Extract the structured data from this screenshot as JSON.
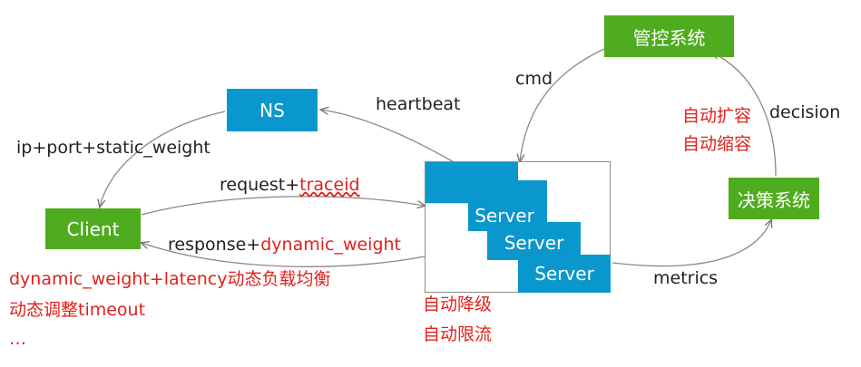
{
  "colors": {
    "green": "#4fac1f",
    "blue": "#0a97cd",
    "red": "#e1211b",
    "text": "#222222",
    "arrow": "#888888"
  },
  "nodes": {
    "control": "管控系统",
    "ns": "NS",
    "client": "Client",
    "decision": "决策系统",
    "servers": {
      "ellipsis": "…",
      "server1": "Server",
      "server2": "Server",
      "server3": "Server"
    }
  },
  "labels": {
    "cmd": "cmd",
    "heartbeat": "heartbeat",
    "ip_port": "ip+port+static_weight",
    "request_prefix": "request+",
    "request_trace": "traceid",
    "response_prefix": "response+",
    "response_weight": "dynamic_weight",
    "decision": "decision",
    "metrics": "metrics"
  },
  "annotations": {
    "scale_out": "自动扩容",
    "scale_in": "自动缩容",
    "client_notes": [
      "dynamic_weight+latency动态负载均衡",
      "动态调整timeout",
      "…"
    ],
    "server_notes": [
      "自动降级",
      "自动限流"
    ]
  }
}
